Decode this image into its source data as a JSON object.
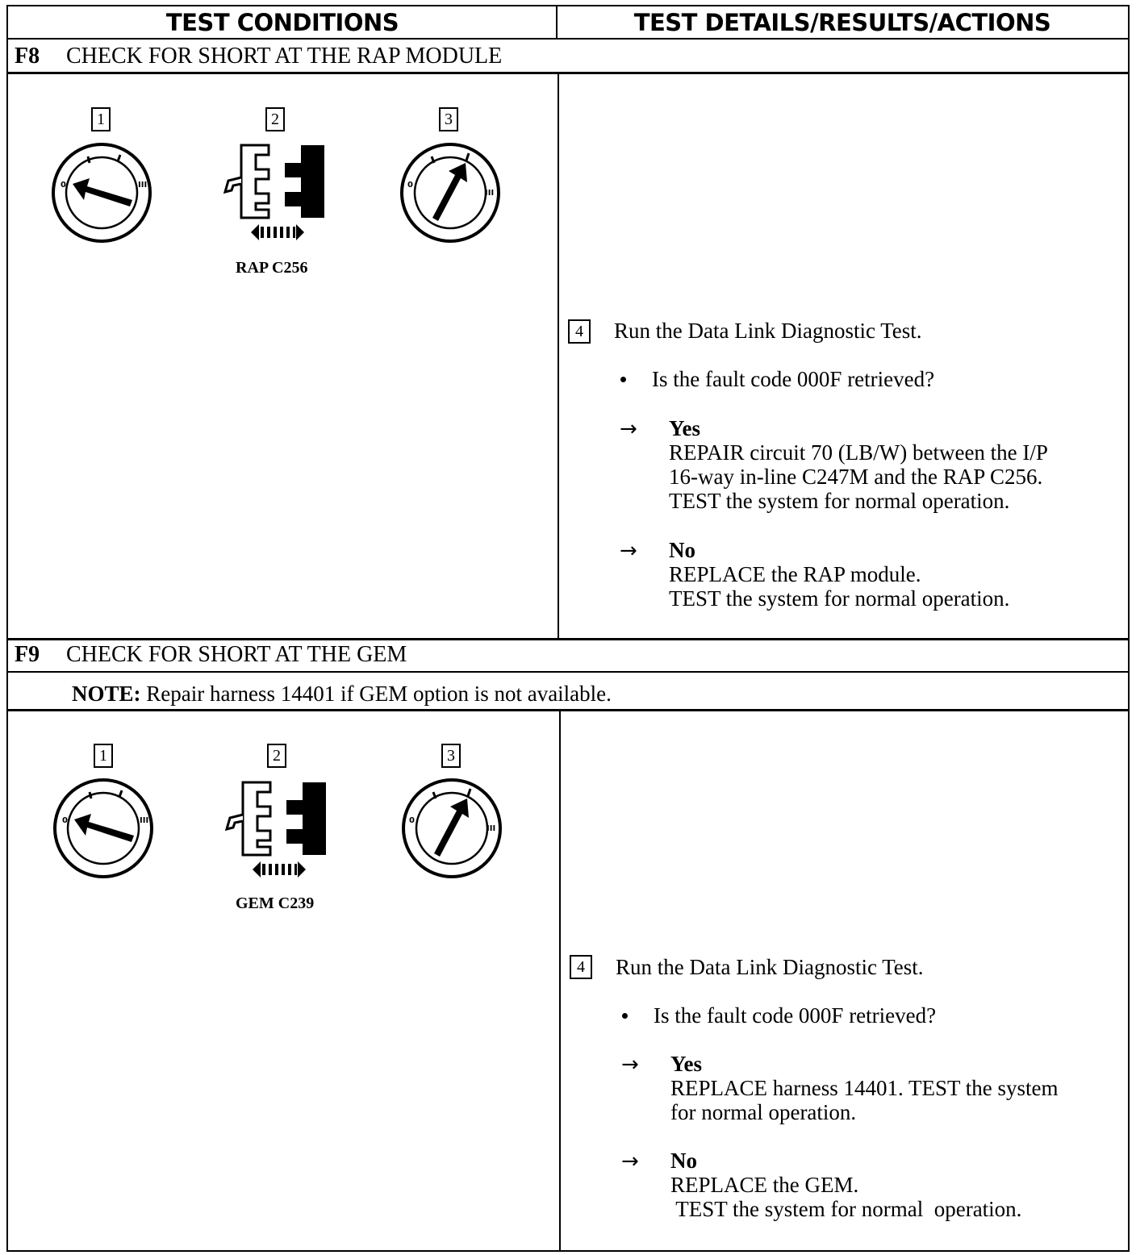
{
  "header": {
    "left": "TEST CONDITIONS",
    "right": "TEST DETAILS/RESULTS/ACTIONS"
  },
  "sections": [
    {
      "id": "F8",
      "title": "CHECK FOR SHORT AT THE RAP MODULE",
      "steps": [
        "1",
        "2",
        "3",
        "4"
      ],
      "connector_caption": "RAP C256",
      "step4_text": "Run the Data Link Diagnostic Test.",
      "question": "Is the fault code 000F retrieved?",
      "yes": {
        "head": "Yes",
        "lines": [
          "REPAIR circuit 70 (LB/W) between the I/P",
          "16-way in-line C247M and the RAP C256.",
          "TEST the system for normal operation."
        ]
      },
      "no": {
        "head": "No",
        "lines": [
          "REPLACE the RAP module.",
          "TEST the system for normal  operation."
        ]
      }
    },
    {
      "id": "F9",
      "title": "CHECK FOR SHORT AT THE GEM",
      "note_label": "NOTE:",
      "note_text": "Repair harness 14401 if GEM option is not available.",
      "steps": [
        "1",
        "2",
        "3",
        "4"
      ],
      "connector_caption": "GEM C239",
      "step4_text": "Run the Data Link Diagnostic Test.",
      "question": "Is the fault code 000F retrieved?",
      "yes": {
        "head": "Yes",
        "lines": [
          "REPLACE harness 14401. TEST the system",
          "for normal operation."
        ]
      },
      "no": {
        "head": "No",
        "lines": [
          "REPLACE the GEM.",
          " TEST the system for normal  operation."
        ]
      }
    }
  ],
  "icons": {
    "ignition_off": "ignition-switch-off-icon",
    "connector_disconnect": "connector-disconnect-icon",
    "ignition_run": "ignition-switch-run-icon",
    "arrow": "right-arrow-icon"
  }
}
